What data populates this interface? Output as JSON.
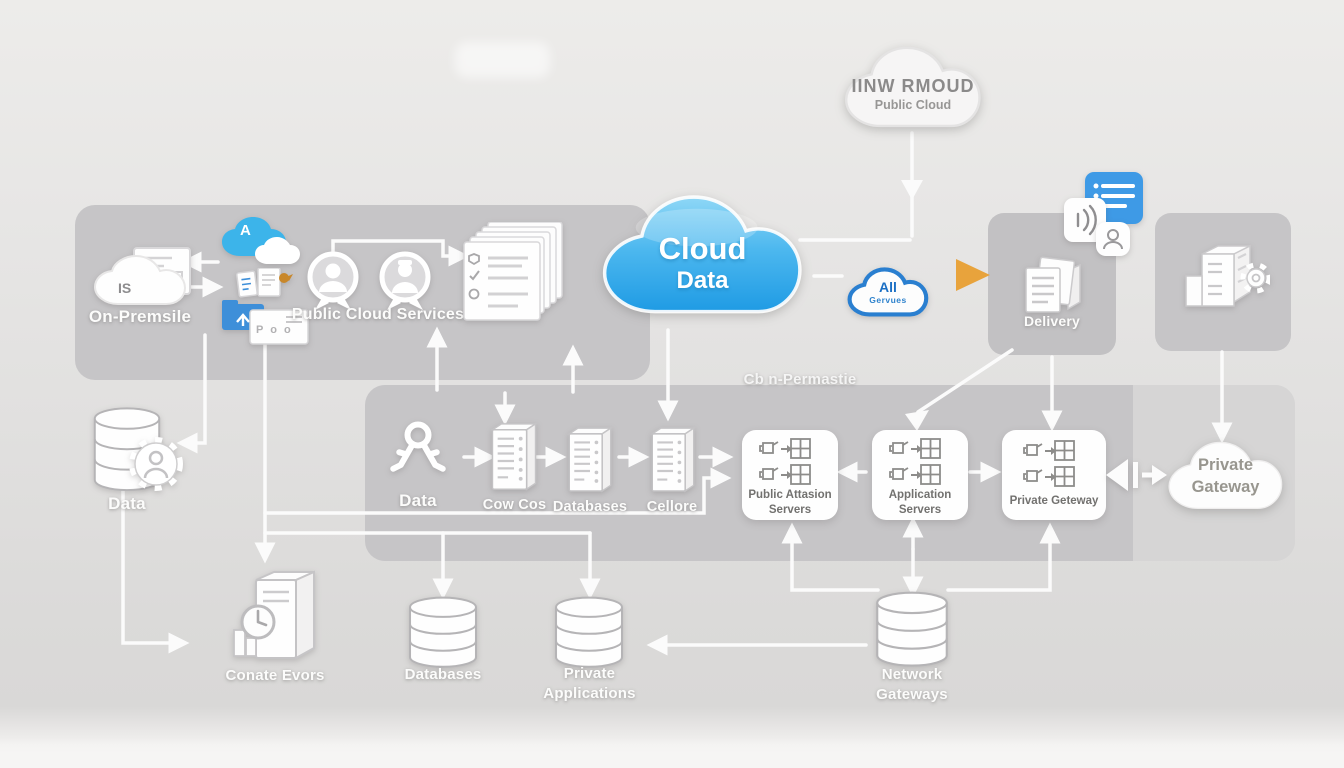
{
  "clouds": {
    "public_top": {
      "name": "IINW RMOUD",
      "sub": "Public Cloud"
    },
    "main": {
      "line1": "Cloud",
      "line2": "Data"
    },
    "all": {
      "line1": "All",
      "line2": "Gervues"
    },
    "private": {
      "line1": "Private",
      "line2": "Gateway"
    }
  },
  "top_panel": {
    "on_premise_label": "On-Premsile",
    "on_premise_icon_text": "IS",
    "azure_icon_text": "A",
    "services_label": "Public Cloud Services",
    "folder_card_text": "P o o"
  },
  "middle_panel": {
    "annotation": "Cb n-Permastie",
    "key_label": "Data",
    "data_store_label": "Data",
    "servers": [
      {
        "label": "Cow Cos"
      },
      {
        "label": "Databases"
      },
      {
        "label": "Cellore"
      }
    ],
    "app_boxes": [
      {
        "line1": "Public Attasion",
        "line2": "Servers"
      },
      {
        "line1": "Application",
        "line2": "Servers"
      },
      {
        "line1": "Private Geteway",
        "line2": ""
      }
    ]
  },
  "right_column": {
    "delivery_label": "Delivery"
  },
  "bottom_row": {
    "compute_label": "Conate Evors",
    "databases_label": "Databases",
    "private_apps": {
      "line1": "Private",
      "line2": "Applications"
    },
    "network_gateways": {
      "line1": "Network",
      "line2": "Gateways"
    }
  },
  "colors": {
    "accent_blue": "#2ba3e8",
    "outline_blue": "#2a7fd0",
    "folder_blue": "#3e8fd9",
    "list_icon_blue": "#3e9ae6",
    "orange_arrow": "#e8a33c",
    "panel_gray": "#c6c5c7",
    "connector_white": "#fbfbfb"
  }
}
